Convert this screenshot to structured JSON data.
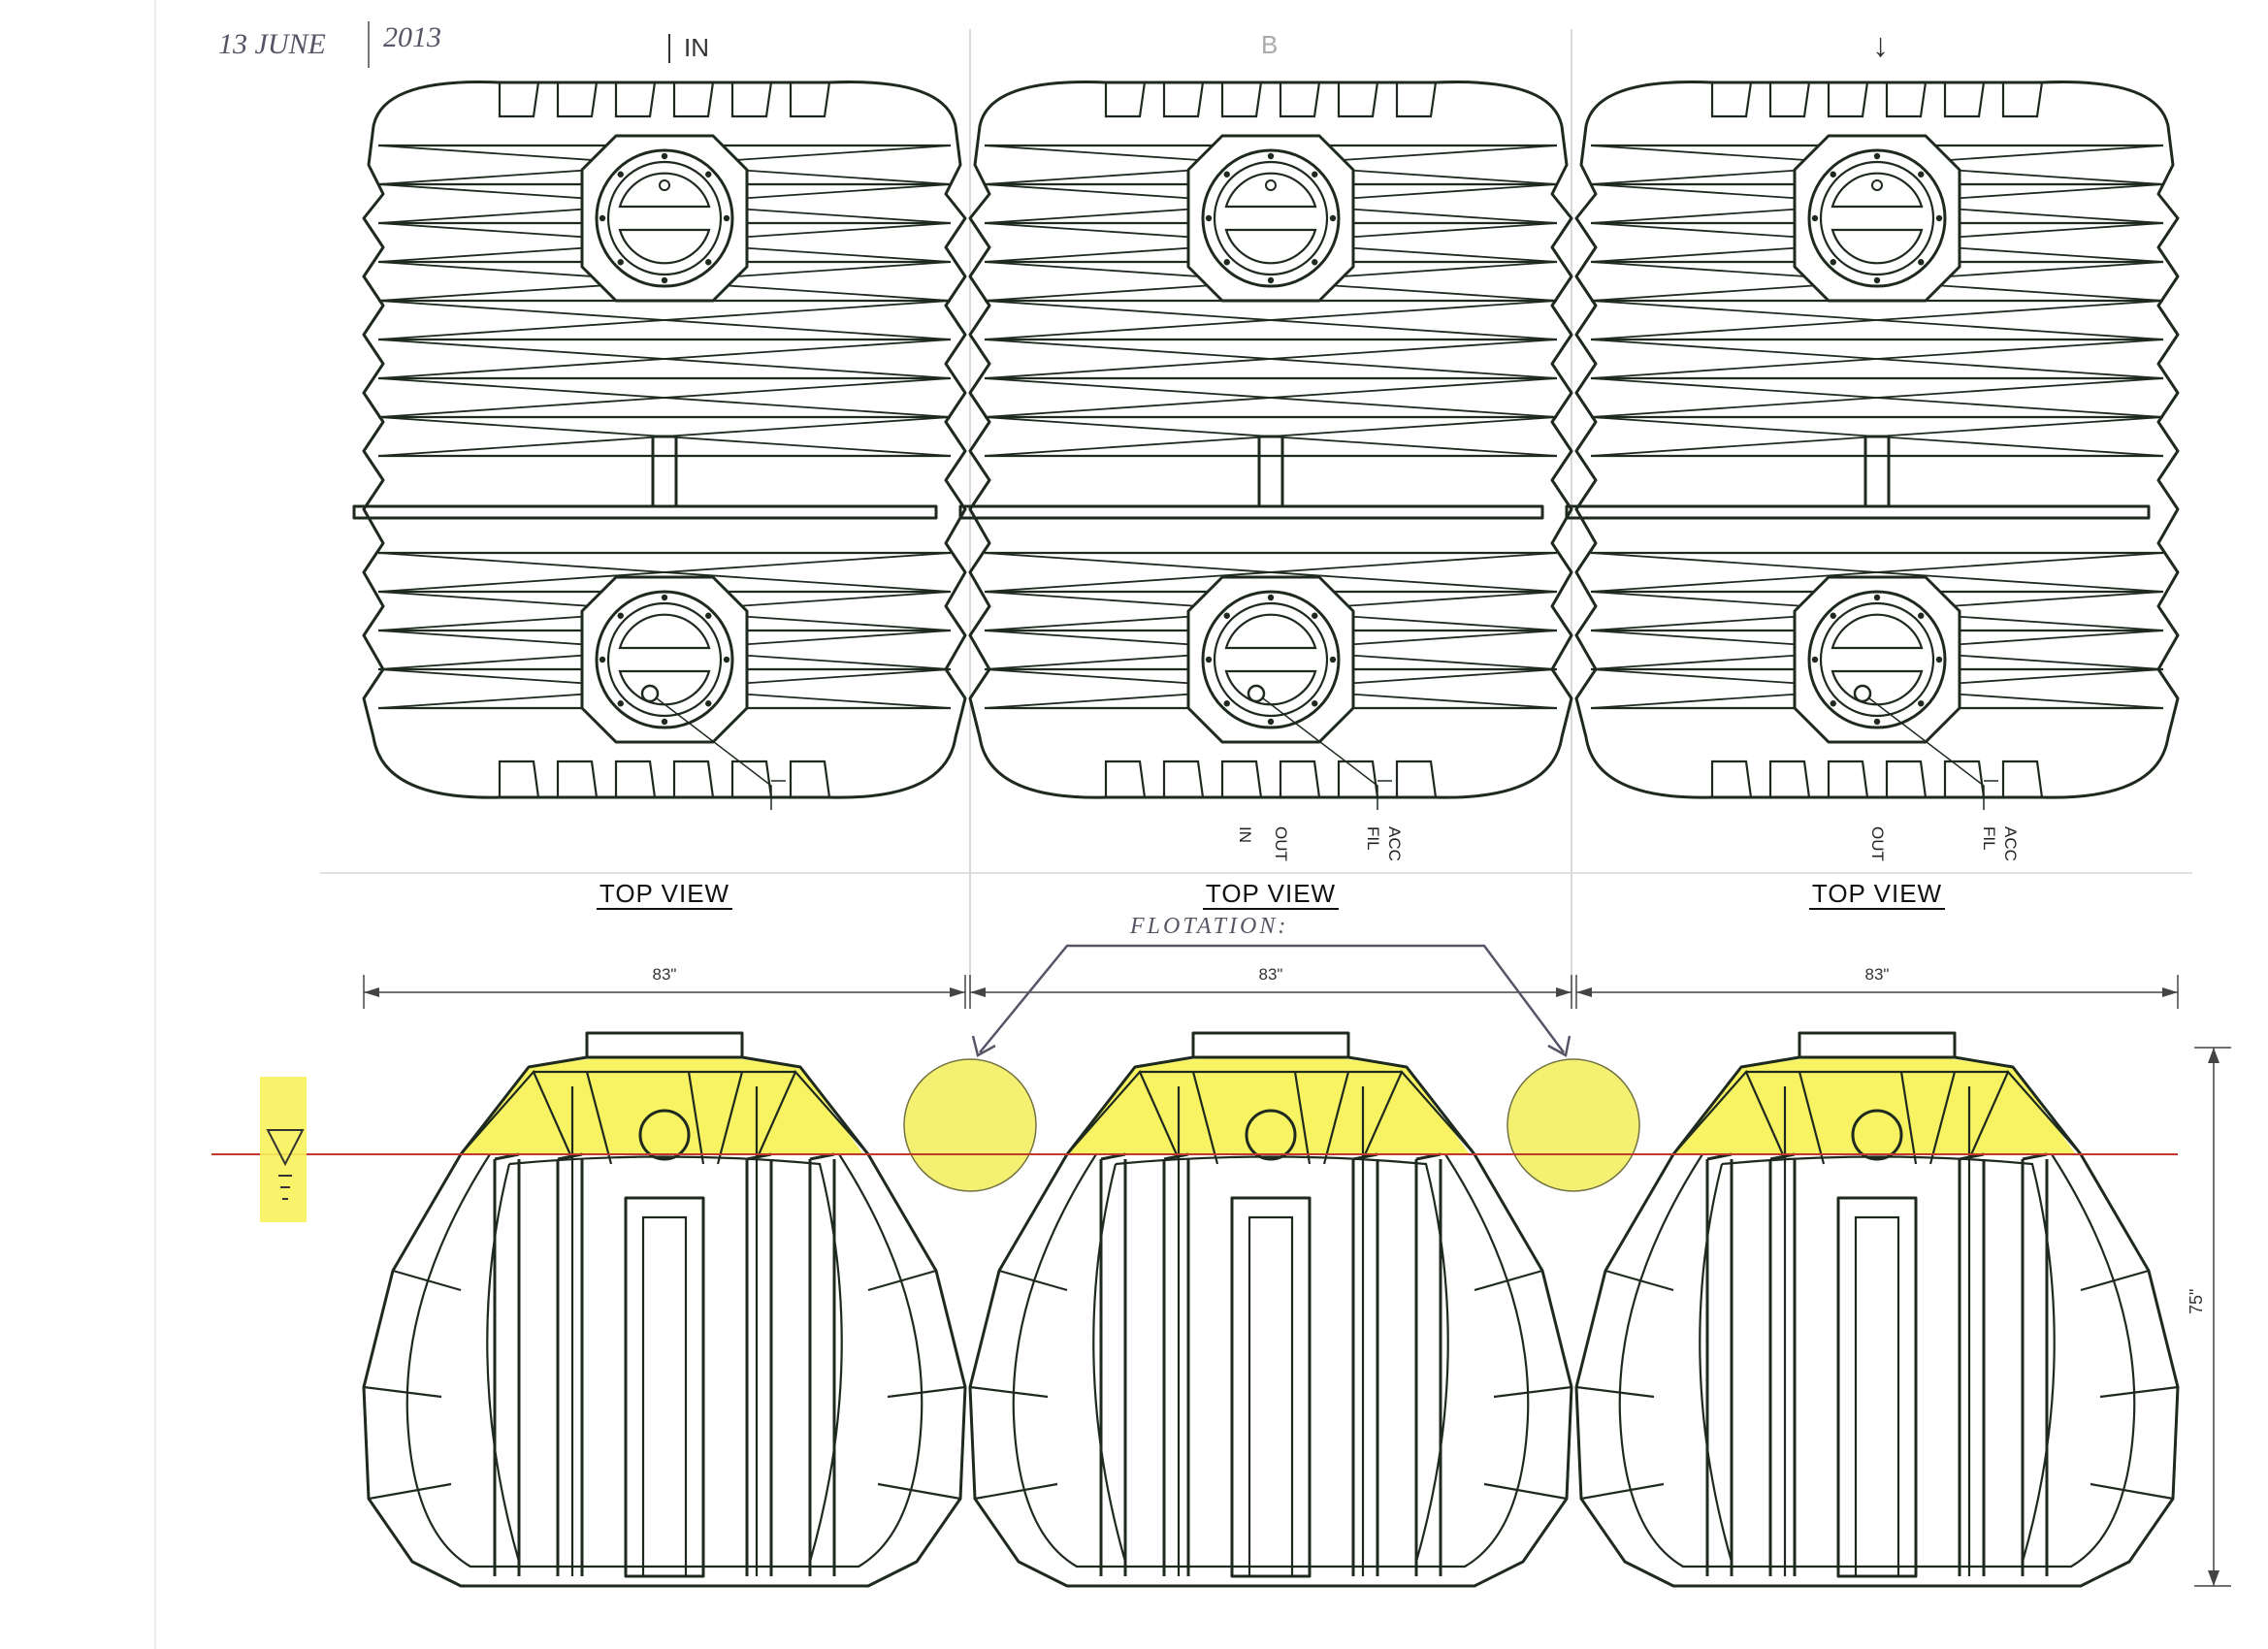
{
  "header": {
    "date_left": "13 JUNE",
    "date_right": "2013",
    "top_mark_left": "IN",
    "top_mark_center": "B",
    "top_mark_right": "↓"
  },
  "tanks": [
    {
      "view_label": "TOP VIEW",
      "width_dim": "83\"",
      "bottom_labels": []
    },
    {
      "view_label": "TOP VIEW",
      "width_dim": "83\"",
      "bottom_labels": [
        "IN",
        "OUT",
        "FIL",
        "ACC"
      ]
    },
    {
      "view_label": "TOP VIEW",
      "width_dim": "83\"",
      "bottom_labels": [
        "OUT",
        "FIL",
        "ACC"
      ]
    }
  ],
  "annotations": {
    "flotation": "FLOTATION:",
    "height_dim": "75\"",
    "water_mark": "▽ ≡"
  },
  "colors": {
    "ink": "#1f2a1f",
    "highlight": "#f7f25a",
    "water_line": "#c0392b",
    "note_ink": "#555566",
    "float_fill": "#f4f06a"
  }
}
